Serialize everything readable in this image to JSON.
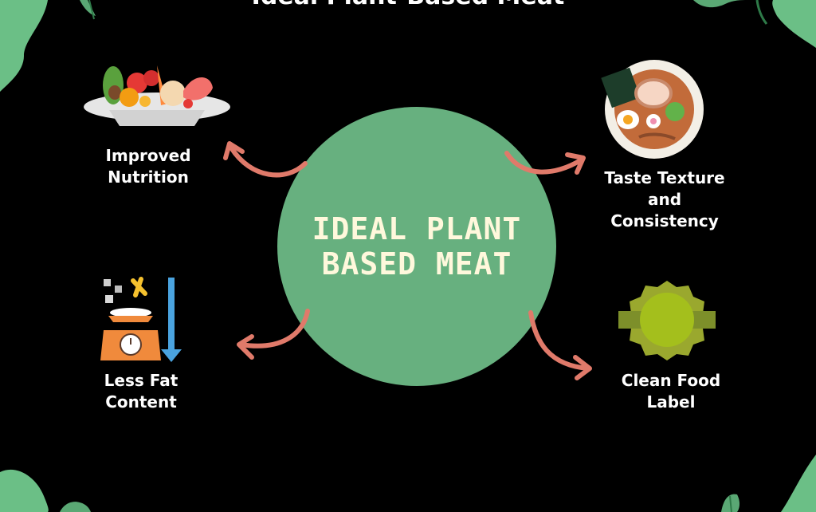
{
  "title": "Ideal Plant-Based Meat",
  "center": {
    "lines": [
      "IDEAL PLANT",
      "BASED MEAT"
    ]
  },
  "nodes": [
    {
      "id": "improved-nutrition",
      "lines": [
        "Improved",
        "Nutrition"
      ],
      "icon": "food-platter-icon"
    },
    {
      "id": "taste-texture",
      "lines": [
        "Taste Texture",
        "and",
        "Consistency"
      ],
      "icon": "ramen-bowl-icon"
    },
    {
      "id": "less-fat",
      "lines": [
        "Less Fat",
        "Content"
      ],
      "icon": "weighing-scale-icon"
    },
    {
      "id": "clean-label",
      "lines": [
        "Clean Food",
        "Label"
      ],
      "icon": "badge-label-icon"
    }
  ],
  "colors": {
    "background": "#000000",
    "circle": "#67b07f",
    "arrow": "#e07a6a",
    "leaf": "#6bbf86",
    "text": "#ffffff",
    "center_text": "#fff8dc"
  }
}
